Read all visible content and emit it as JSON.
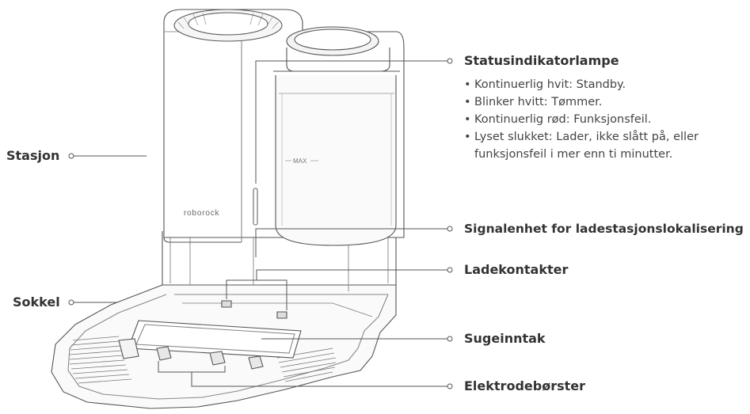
{
  "brand_text": "roborock",
  "max_marking": "MAX",
  "labels": {
    "stasjon": "Stasjon",
    "sokkel": "Sokkel",
    "statusindikator": "Statusindikatorlampe",
    "signalenhet": "Signalenhet for ladestasjonslokalisering",
    "ladekontakter": "Ladekontakter",
    "sugeinntak": "Sugeinntak",
    "elektrodeborster": "Elektrodebørster"
  },
  "status_items": [
    "Kontinuerlig hvit: Standby.",
    "Blinker hvitt: Tømmer.",
    "Kontinuerlig rød: Funksjonsfeil.",
    "Lyset slukket: Lader, ikke slått på, eller",
    "funksjonsfeil i mer enn ti minutter."
  ],
  "colors": {
    "line": "#555555",
    "text": "#333333",
    "shade": "#f2f2f2"
  }
}
